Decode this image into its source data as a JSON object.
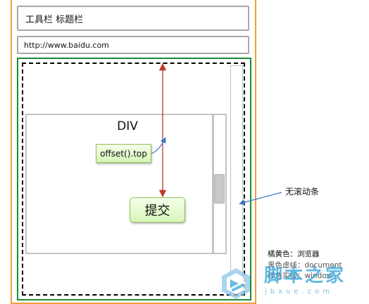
{
  "toolbar": {
    "title_text": "工具栏  标题栏"
  },
  "address": {
    "url": "http://www.baidu.com"
  },
  "div_box": {
    "label": "DIV"
  },
  "callouts": {
    "offset_top": "offset().top",
    "submit": "提交"
  },
  "labels": {
    "no_scrollbar": "无滚动条"
  },
  "legend": {
    "orange": "橘黄色：浏览器",
    "black": "黑色虚线：document",
    "green": "绿色实线：window"
  },
  "watermark": {
    "brand": "脚本之家",
    "domain": "jbxue.com"
  },
  "colors": {
    "browser": "#f0a040",
    "window": "#1a8a3a",
    "document": "#000000",
    "arrow_vertical": "#c0392b",
    "arrow_pointer": "#3a78c4"
  }
}
